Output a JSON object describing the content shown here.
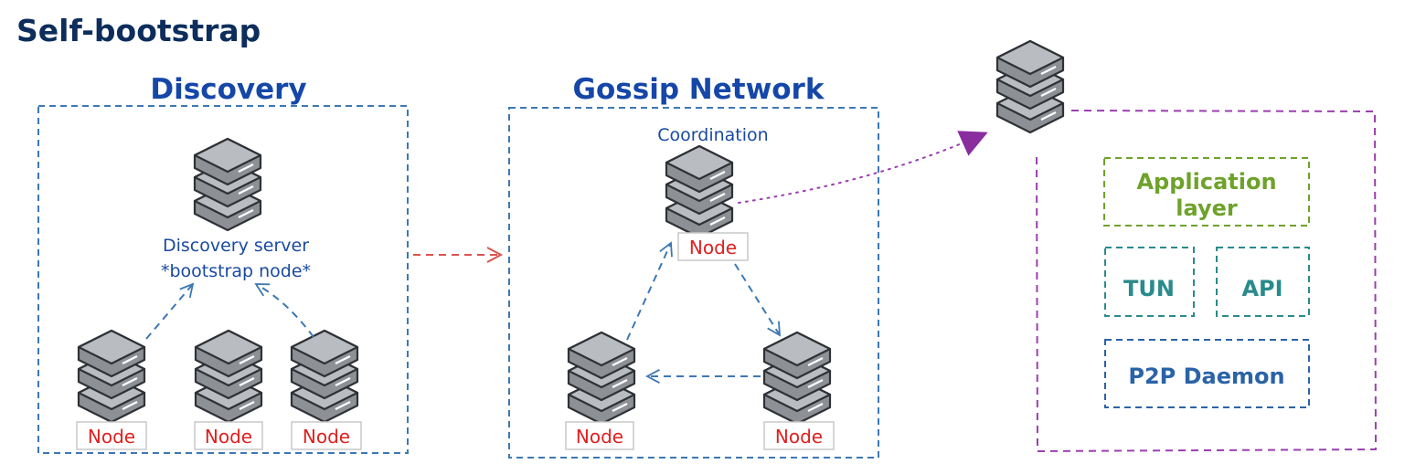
{
  "title": "Self-bootstrap",
  "sections": {
    "discovery": "Discovery",
    "gossip": "Gossip Network"
  },
  "discovery_server": {
    "line1": "Discovery server",
    "line2": "*bootstrap node*"
  },
  "coordination_label": "Coordination",
  "node_label": "Node",
  "stack": {
    "application": "Application",
    "layer": "layer",
    "tun": "TUN",
    "api": "API",
    "daemon": "P2P Daemon"
  },
  "colors": {
    "title": "#0d2d5c",
    "heading": "#1547a8",
    "blue_text": "#1a4aa0",
    "node_text": "#e02020",
    "box_blue": "#3c78b4",
    "box_purple": "#9b3fae",
    "arrow_red": "#d9534f",
    "app_green": "#6ea22a",
    "teal": "#2a8a8c",
    "daemon_blue": "#2a63a6",
    "server_fill": "#8d9196",
    "server_light": "#b9bcc0",
    "server_stroke": "#2e3236"
  }
}
